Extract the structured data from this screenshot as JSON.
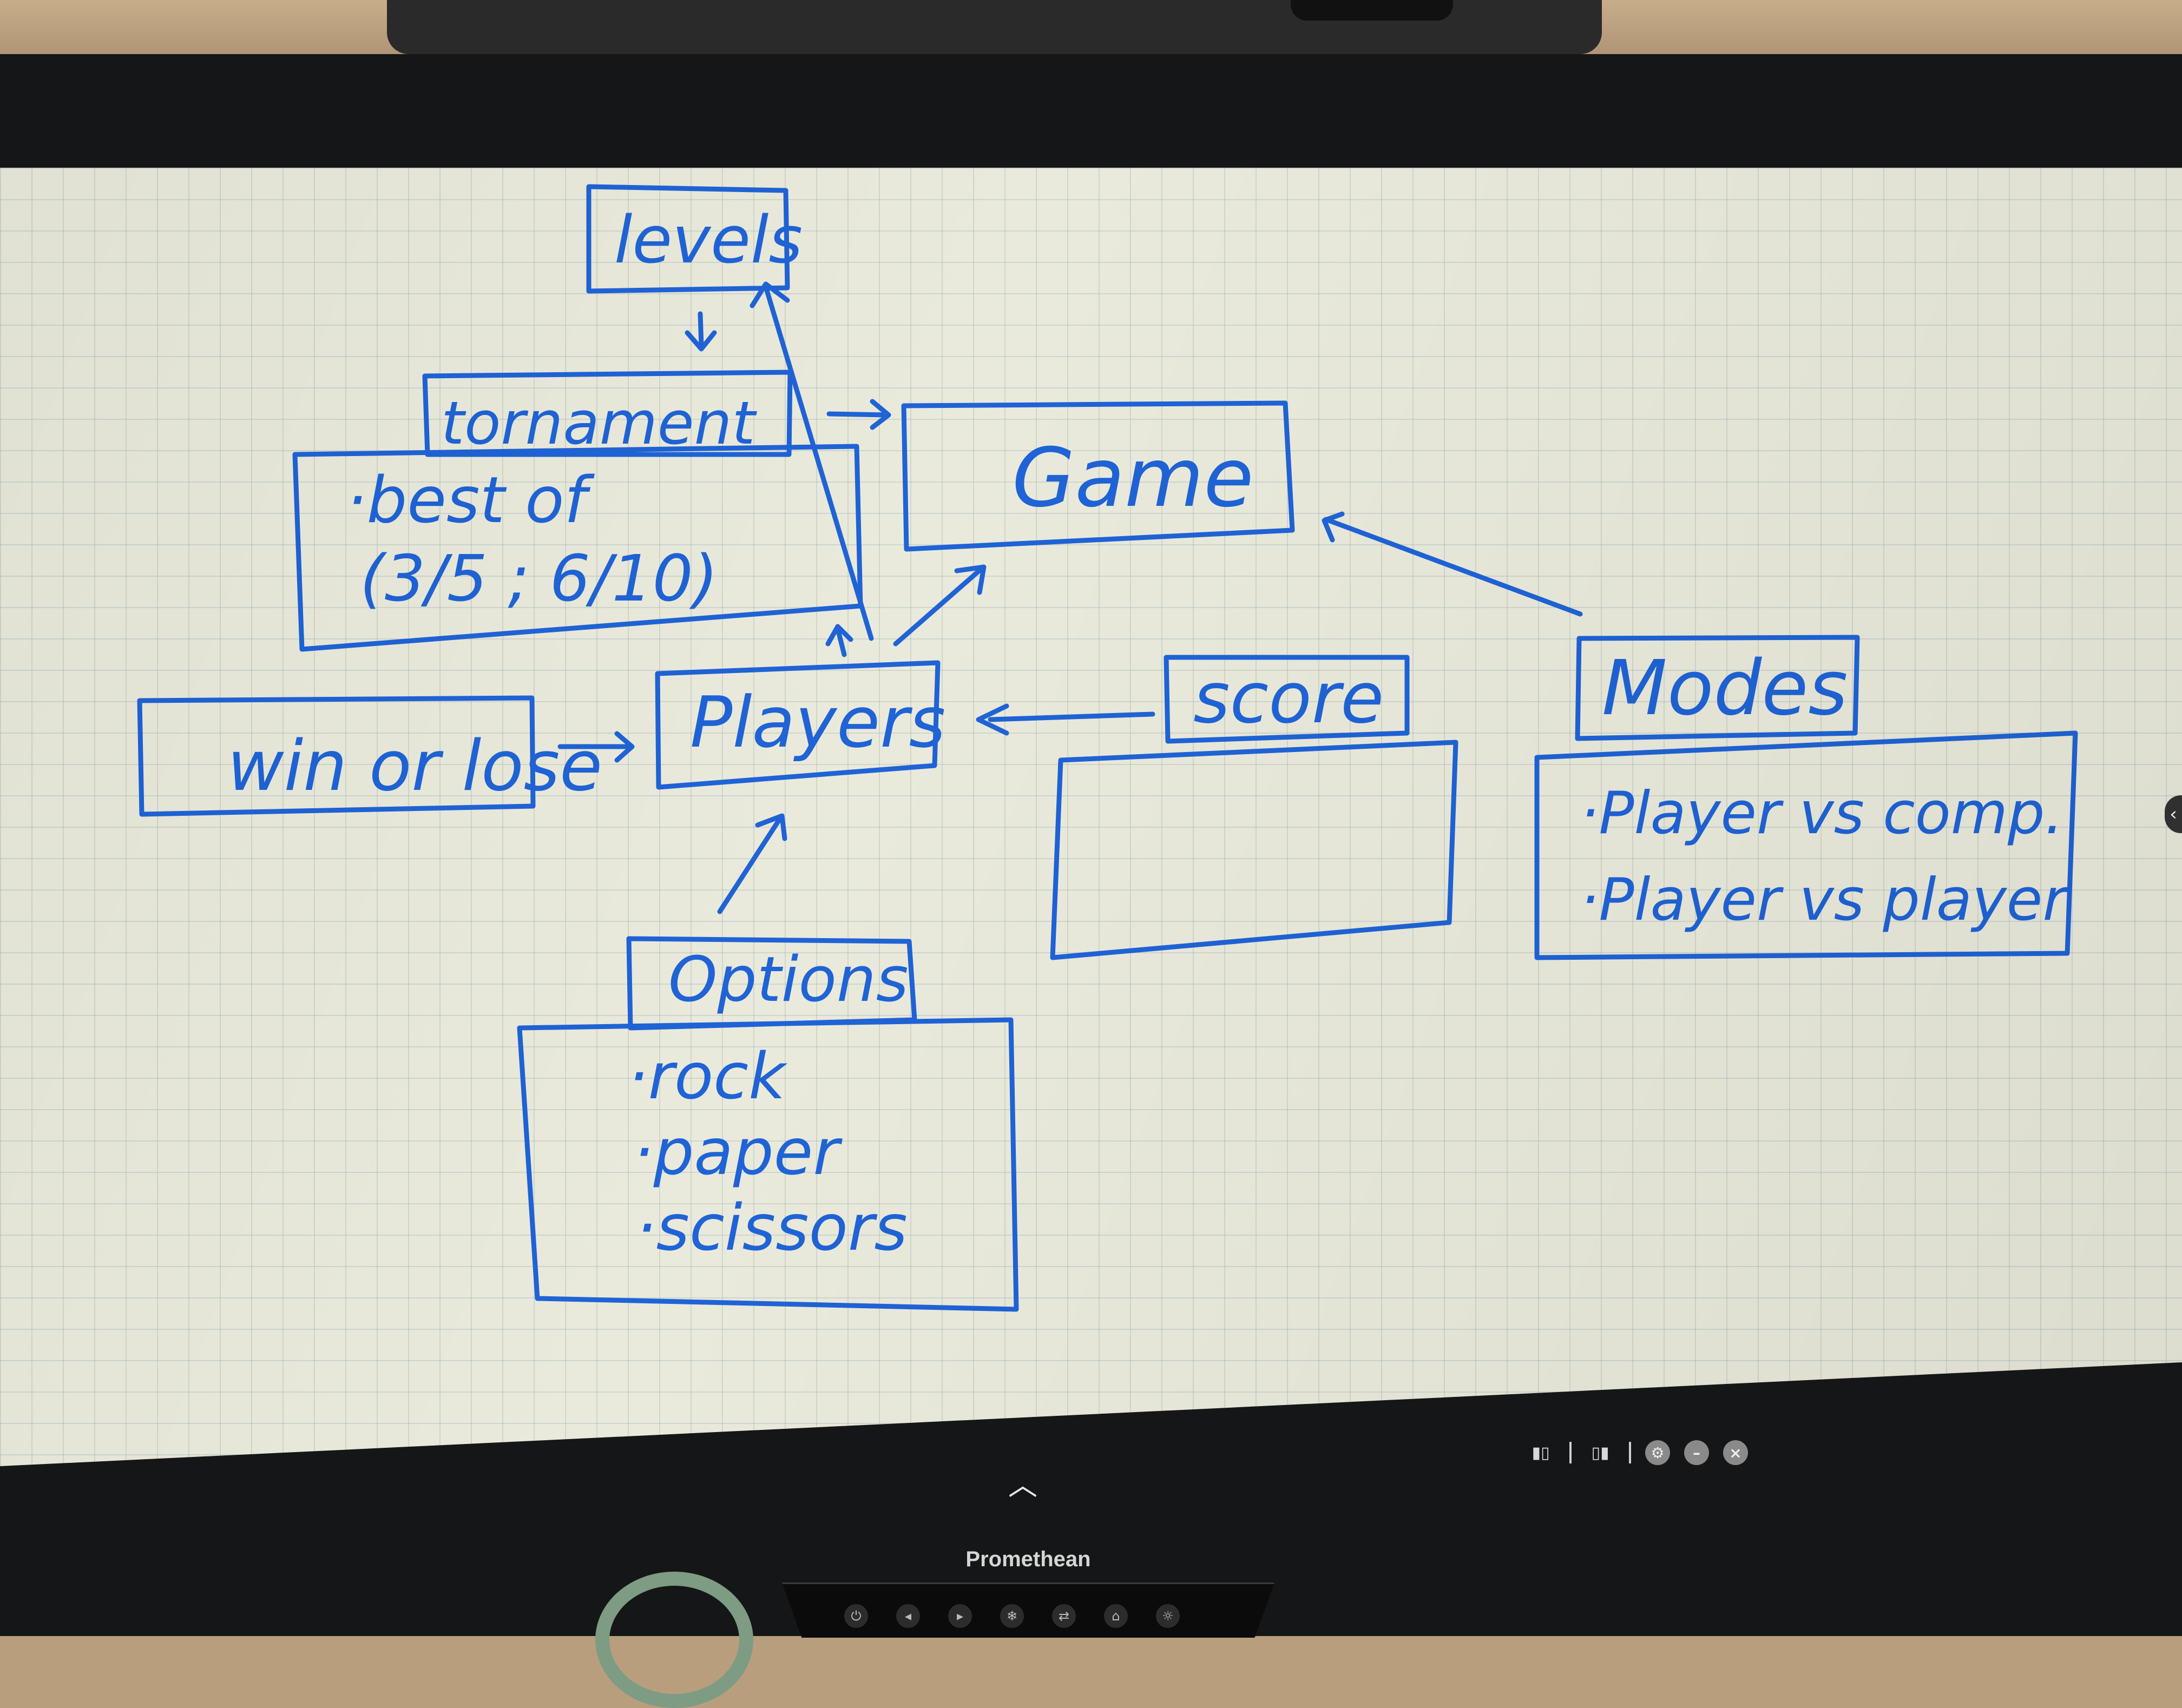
{
  "whiteboard": {
    "boxes": {
      "levels": "levels",
      "tournament": "tornament",
      "game": "Game",
      "players": "Players",
      "win_or_lose": "win or lose",
      "score": "score",
      "modes": "Modes",
      "options": "Options"
    },
    "tournament_notes": {
      "line1": "·best of",
      "line2": "(3/5 ; 6/10)"
    },
    "modes_list": [
      "·Player vs comp.",
      "·Player vs player"
    ],
    "options_list": [
      "·rock",
      "·paper",
      "·scissors"
    ],
    "ink_color": "#1f63d6"
  },
  "device": {
    "brand": "Promethean"
  },
  "icons": {
    "toolbar": [
      "split-view-left-icon",
      "split-view-right-icon",
      "settings-icon",
      "minimize-icon",
      "close-icon"
    ],
    "expand": "chevron-up-icon",
    "side_tab": "chevron-left-icon"
  }
}
